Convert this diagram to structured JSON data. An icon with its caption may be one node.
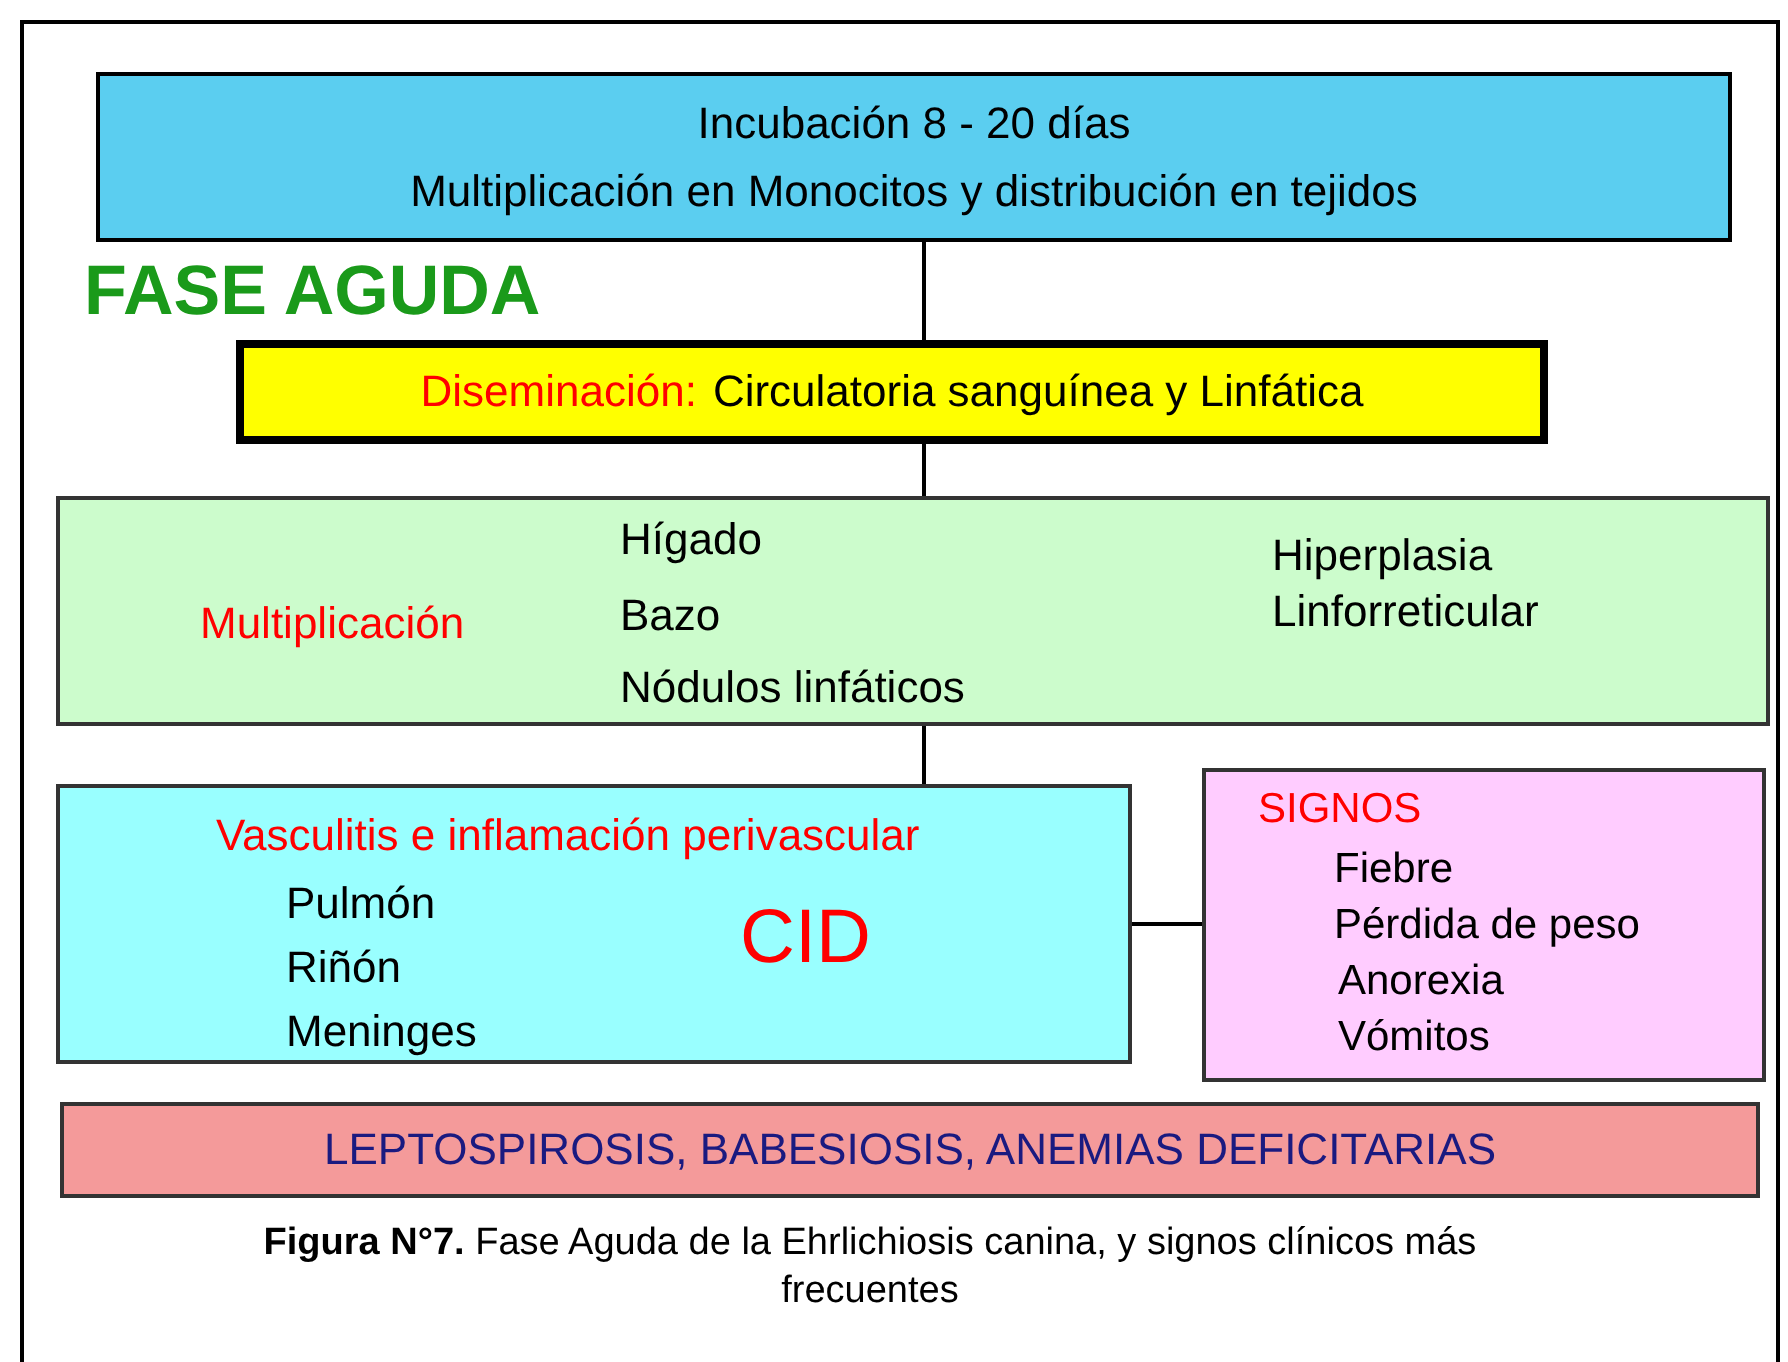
{
  "diagram": {
    "title": "FASE AGUDA",
    "caption": "**Figura N°7.** Fase Aguda de la Ehrlichiosis canina, y signos clínicos más frecuentes",
    "nodes": [
      {
        "text": [
          "Incubación 8 - 20 días",
          "Multiplicación en Monocitos y distribución en tejidos"
        ]
      },
      {
        "text": [
          "Diseminación:",
          "Circulatoria sanguínea y Linfática"
        ]
      },
      {
        "text": [
          "Multiplicación",
          "Hígado",
          "Bazo",
          "Nódulos linfáticos",
          "Hiperplasia Linforreticular"
        ]
      },
      {
        "text": [
          "Vasculitis e inflamación perivascular",
          "Pulmón",
          "Riñón",
          "Meninges",
          "CID"
        ]
      },
      {
        "text": [
          "SIGNOS",
          "Fiebre",
          "Pérdida de peso",
          "Anorexia",
          "Vómitos"
        ]
      },
      {
        "text": [
          "LEPTOSPIROSIS, BABESIOSIS, ANEMIAS DEFICITARIAS"
        ]
      }
    ],
    "edges": [
      {
        "from": 0,
        "to": 1,
        "arrow": "none"
      },
      {
        "from": 1,
        "to": 2,
        "arrow": "none"
      },
      {
        "from": 2,
        "to": 3,
        "arrow": "none"
      },
      {
        "from": 3,
        "to": 4,
        "arrow": "none"
      }
    ]
  }
}
